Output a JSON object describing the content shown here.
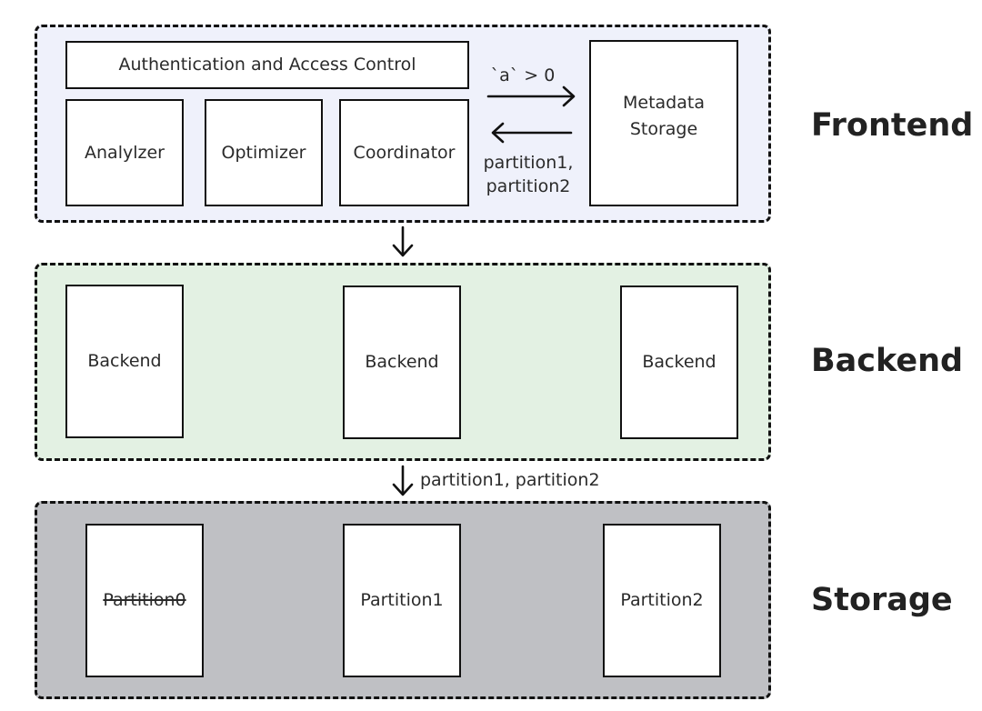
{
  "frontend": {
    "label": "Frontend",
    "auth_box": "Authentication and Access Control",
    "analyzer_box": "Analylzer",
    "optimizer_box": "Optimizer",
    "coordinator_box": "Coordinator",
    "metadata_box_line1": "Metadata",
    "metadata_box_line2": "Storage",
    "request_text": "`a` > 0",
    "response_line1": "partition1,",
    "response_line2": "partition2"
  },
  "backend": {
    "label": "Backend",
    "nodes": [
      "Backend",
      "Backend",
      "Backend"
    ]
  },
  "backend_to_storage_text": "partition1, partition2",
  "storage": {
    "label": "Storage",
    "partitions": [
      "Partition0",
      "Partition1",
      "Partition2"
    ],
    "pruned_partition": "Partition0"
  },
  "colors": {
    "frontend_bg": "#eff1fb",
    "backend_bg": "#e3f1e3",
    "storage_bg": "#bfc0c4"
  }
}
